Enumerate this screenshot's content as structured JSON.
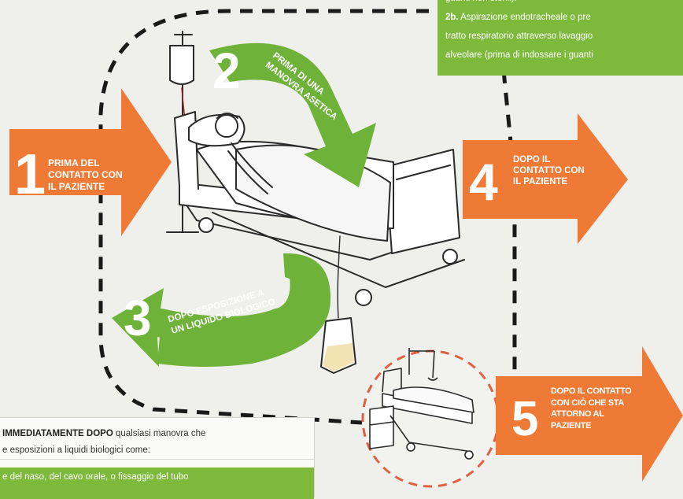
{
  "colors": {
    "orange": "#ef7a35",
    "green": "#6fb23a",
    "background": "#efefec",
    "dash": "#1a1a1a",
    "circle_dash": "#e06040"
  },
  "moments": [
    {
      "number": "1",
      "lines": [
        "PRIMA DEL",
        "CONTATTO CON",
        "IL PAZIENTE"
      ]
    },
    {
      "number": "2",
      "lines": [
        "PRIMA DI UNA",
        "MANOVRA ASETICA"
      ]
    },
    {
      "number": "3",
      "lines": [
        "DOPO ESPOSIZIONE A",
        "UN LIQUIDO BIOLOGICO"
      ]
    },
    {
      "number": "4",
      "lines": [
        "DOPO IL",
        "CONTATTO CON",
        "IL PAZIENTE"
      ]
    },
    {
      "number": "5",
      "lines": [
        "DOPO IL CONTATTO",
        "CON CIÒ CHE STA",
        "ATTORNO AL",
        "PAZIENTE"
      ]
    }
  ],
  "info_top_right": {
    "line0": "guanti non sterili).",
    "label_2b": "2b.",
    "line1_rest": " Aspirazione endotracheale o pre",
    "line2": "tratto respiratorio attraverso lavaggio",
    "line3": "alveolare (prima di indossare i guanti"
  },
  "info_bottom_left": {
    "bold": "IMMEDIATAMENTE DOPO",
    "line1_rest": " qualsiasi manovra che",
    "line2": "e esposizioni a liquidi biologici come:",
    "line3": "e del naso, del cavo orale, o fissaggio del tubo"
  }
}
